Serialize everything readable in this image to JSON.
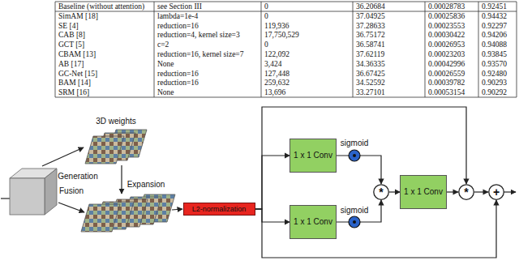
{
  "diagram": {
    "nodes": [
      {
        "text": [
          "L2-normalization"
        ]
      },
      {
        "text": [
          "1 x 1 Conv"
        ]
      },
      {
        "text": [
          "1 x 1 Conv"
        ]
      },
      {
        "text": [
          "*"
        ]
      },
      {
        "text": [
          "1 x 1 Conv"
        ]
      },
      {
        "text": [
          "*"
        ]
      },
      {
        "text": [
          "+"
        ]
      }
    ],
    "edges": [
      {
        "from": 0,
        "to": 1,
        "arrow": "to"
      },
      {
        "from": 0,
        "to": 2,
        "arrow": "to"
      },
      {
        "from": 1,
        "to": 3,
        "arrow": "to"
      },
      {
        "from": 2,
        "to": 3,
        "arrow": "to"
      },
      {
        "from": 3,
        "to": 4,
        "arrow": "to"
      },
      {
        "from": 4,
        "to": 5,
        "arrow": "to"
      },
      {
        "from": 0,
        "to": 5,
        "arrow": "to"
      },
      {
        "from": 5,
        "to": 6,
        "arrow": "to"
      },
      {
        "from": 0,
        "to": 6,
        "arrow": "to"
      }
    ],
    "labels": [
      "Baseline (without attention)",
      "see Section III",
      "0",
      "36.20684",
      "0.00028783",
      "0.92451",
      "SimAM [18]",
      "lambda=1e-4",
      "0",
      "37.04925",
      "0.00025836",
      "0.94432",
      "SE [4]",
      "reduction=16",
      "119,936",
      "37.28633",
      "0.00023553",
      "0.92297",
      "CAB [8]",
      "reduction=4, kernel size=3",
      "17,750,529",
      "36.75172",
      "0.00030422",
      "0.94206",
      "GCT [5]",
      "c=2",
      "0",
      "36.58741",
      "0.00026953",
      "0.94088",
      "CBAM [13]",
      "reduction=16, kernel size=7",
      "122,092",
      "37.62119",
      "0.00023203",
      "0.93845",
      "AB [17]",
      "None",
      "3,424",
      "34.36335",
      "0.00042996",
      "0.93570",
      "GC-Net [15]",
      "reduction=16",
      "127,448",
      "36.67425",
      "0.00026559",
      "0.92480",
      "BAM [14]",
      "reduction=16",
      "259,632",
      "34.52592",
      "0.00039782",
      "0.90293",
      "SRM [16]",
      "None",
      "13,696",
      "33.27101",
      "0.00053154",
      "0.90292",
      "3D weights",
      "Generation",
      "Fusion",
      "Expansion",
      "sigmoid",
      "sigmoid"
    ]
  }
}
